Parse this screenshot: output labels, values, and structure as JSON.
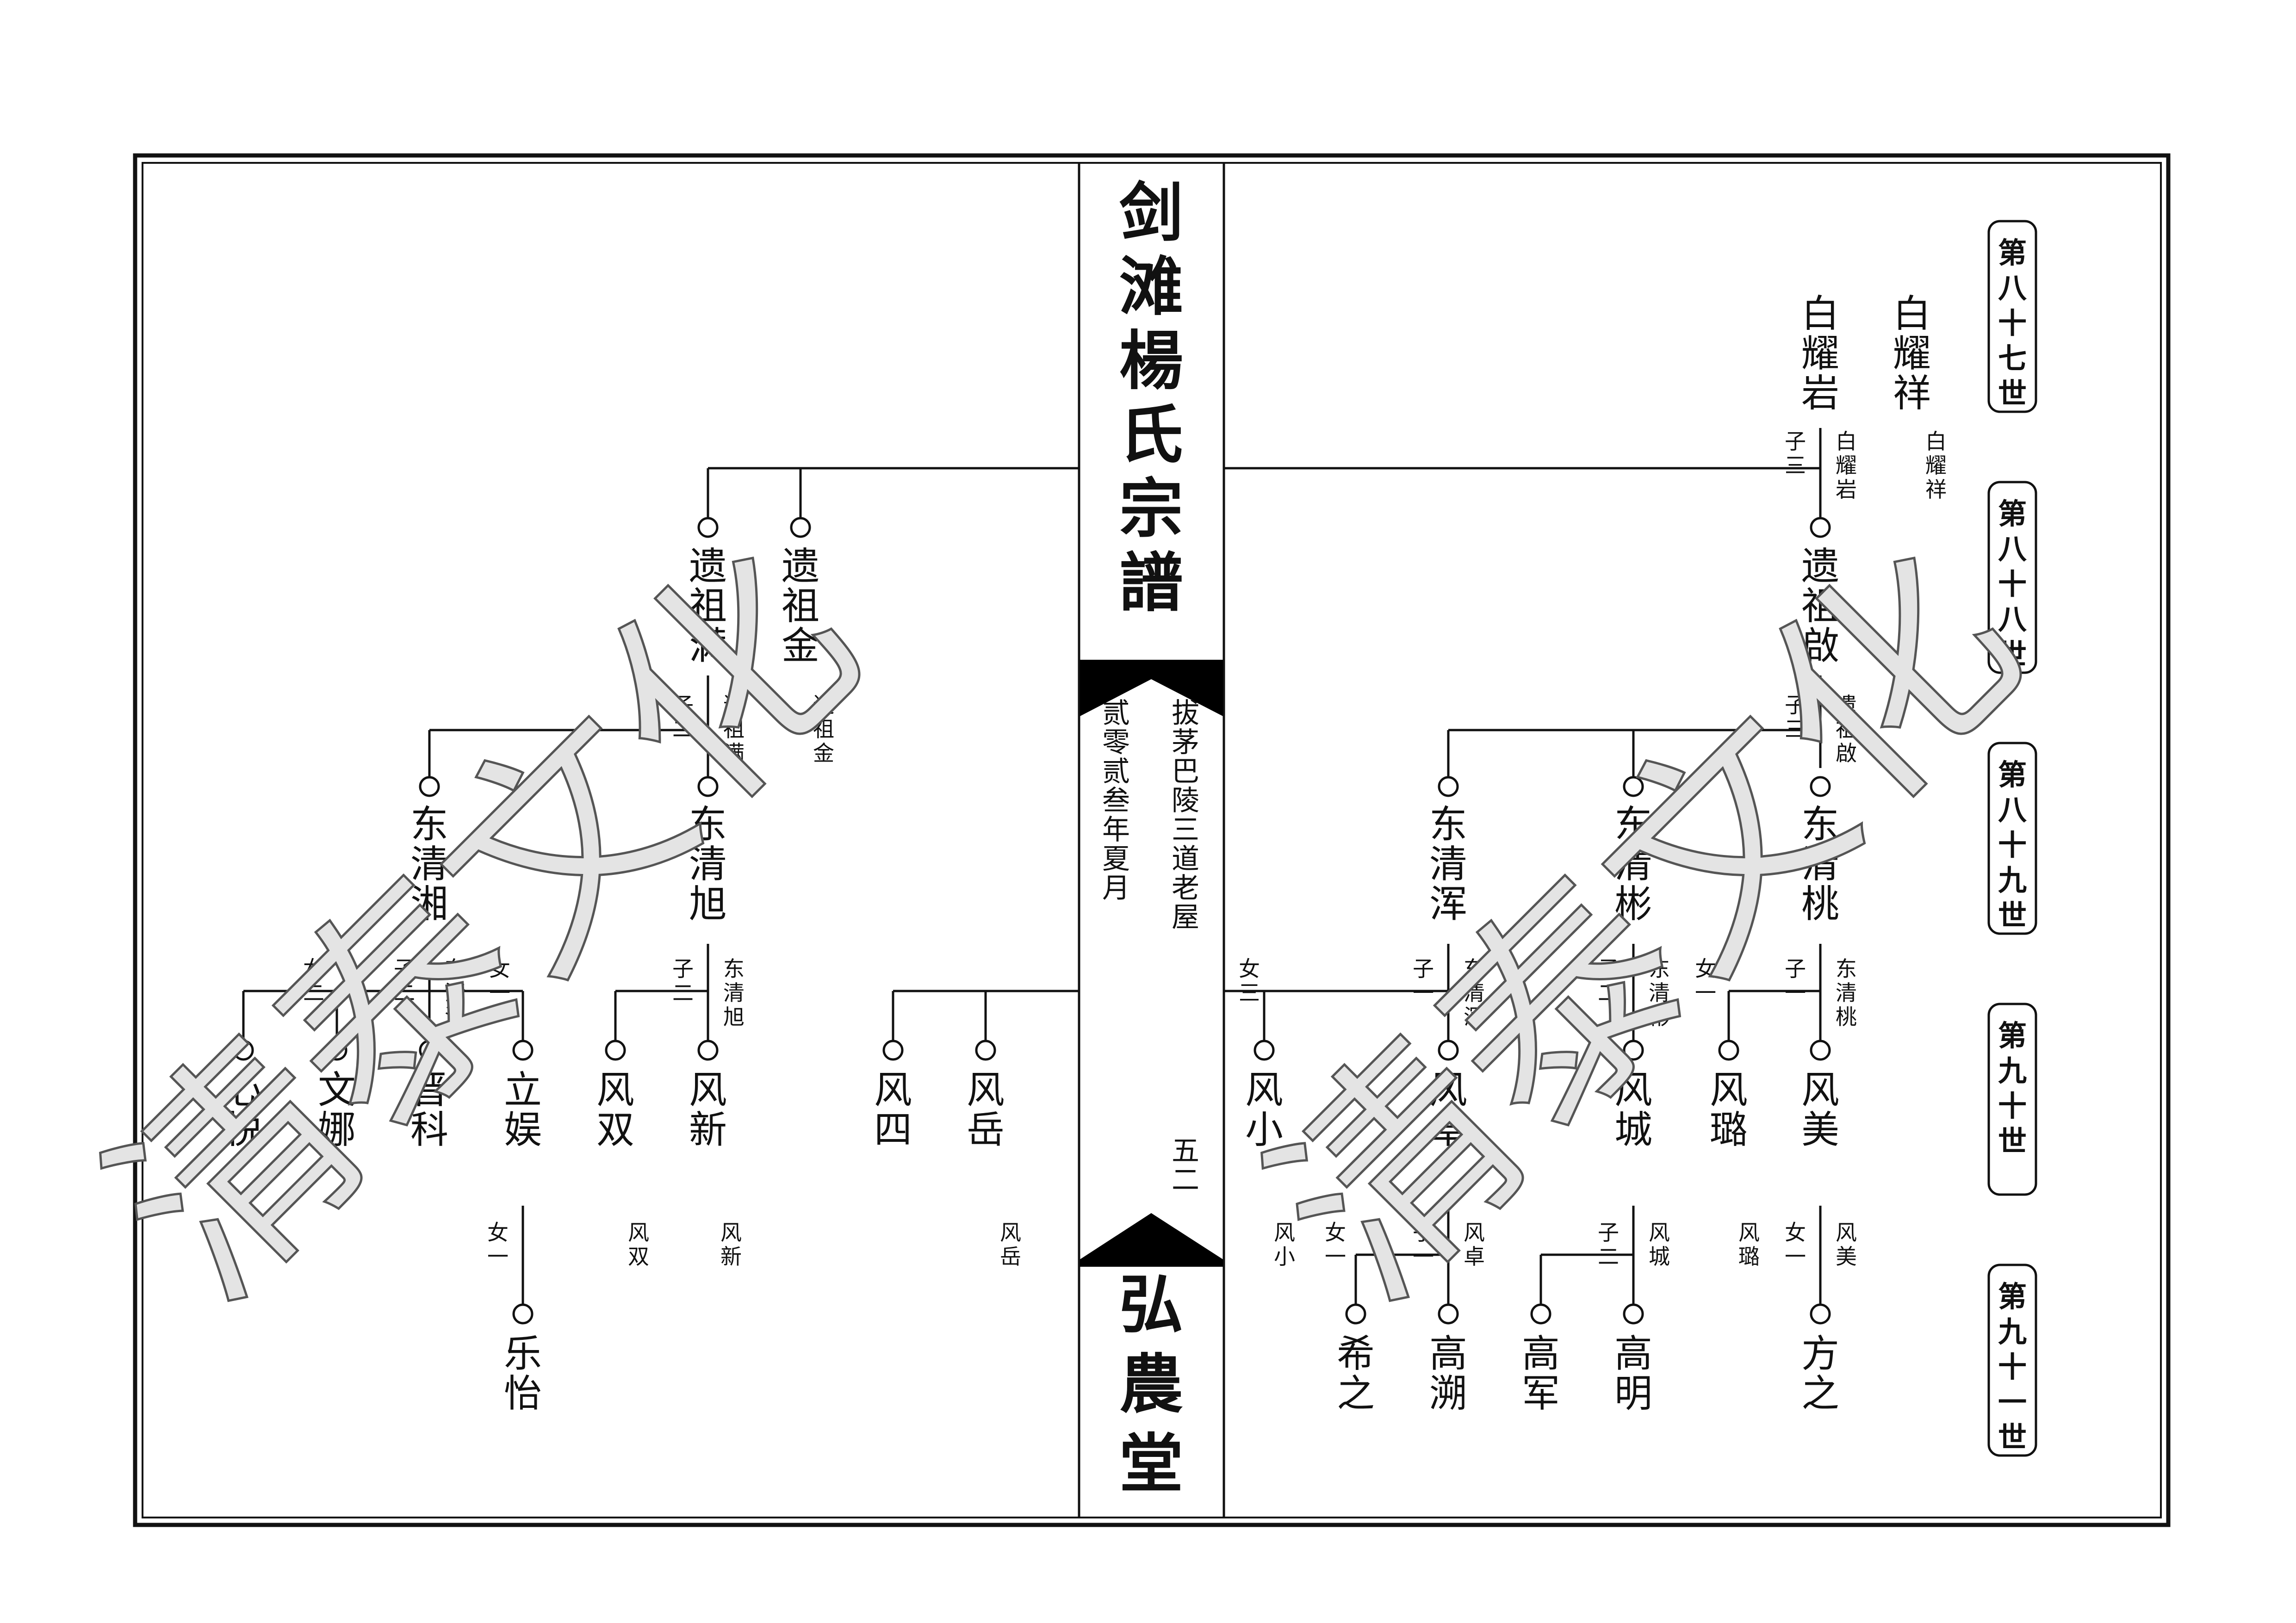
{
  "title": "剑滩楊氏宗譜",
  "hall": "弘農堂",
  "location": "拔茅巴陵三道老屋",
  "date": "贰零贰叁年夏月",
  "page_number": "五二",
  "watermark": "清泰文化",
  "generations": [
    "第八十七世",
    "第八十八世",
    "第八十九世",
    "第九十世",
    "第九十一世"
  ],
  "right": {
    "g87": [
      "白耀祥",
      "白耀岩"
    ],
    "note_yaoxiang": "白耀祥",
    "note_yaoyan": "白耀岩",
    "rel_yaoyan": "子三",
    "g88": "遗祖啟",
    "note_zuqi": "遗祖啟",
    "rel_zuqi": "子三",
    "g89": [
      "东清浑",
      "东清彬",
      "东清桃"
    ],
    "note_qinghun": "东清浑",
    "note_qingbin": "东清彬",
    "note_qingtao": "东清桃",
    "rel_hun_daughters": "女三",
    "rel_hun_sons": "子一",
    "rel_bin_sons": "子二",
    "rel_tao_daughters": "女一",
    "rel_tao_sons": "子一",
    "g90": [
      "风小",
      "风卓",
      "风城",
      "风璐",
      "风美"
    ],
    "note_fengxiao": "风小",
    "note_fengzhuo": "风卓",
    "note_fengcheng": "风城",
    "note_fenglu": "风璐",
    "note_fengmei": "风美",
    "rel_zhuo_daughters": "女一",
    "rel_zhuo_sons": "子一",
    "rel_cheng_sons": "子二",
    "rel_mei_daughters": "女一",
    "g91": [
      "希之",
      "高溯",
      "高军",
      "高明",
      "方之"
    ]
  },
  "left": {
    "g88": [
      "遗祖满",
      "遗祖金"
    ],
    "note_zuman": "遗祖满",
    "note_zujin": "遗祖金",
    "rel_zuman": "子二",
    "g89": [
      "东清湘",
      "东清旭"
    ],
    "note_qingxiang": "东清湘",
    "note_qingxu": "东清旭",
    "rel_xiang_daughters": "女二",
    "rel_xiang_sons": "子二",
    "rel_xiang_daughters2": "女一",
    "rel_xu_sons": "子二",
    "g90": [
      "心悦",
      "文娜",
      "晋科",
      "立娱",
      "风双",
      "风新",
      "风四",
      "风岳"
    ],
    "note_fengshuang": "风双",
    "note_fengxin": "风新",
    "note_fengyue": "风岳",
    "rel_liyu_daughters": "女一",
    "g91": [
      "乐怡"
    ]
  },
  "colors": {
    "ink": "#111111",
    "watermark_fill": "#e4e4e4",
    "watermark_stroke": "#555555",
    "spine": "#000000"
  }
}
